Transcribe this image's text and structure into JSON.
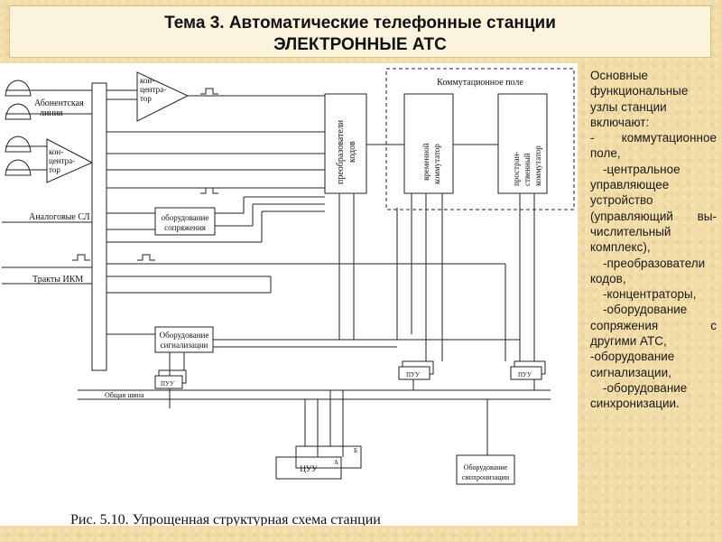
{
  "header": {
    "title_line1": "Тема 3. Автоматические телефонные станции",
    "title_line2": "ЭЛЕКТРОННЫЕ АТС"
  },
  "diagram": {
    "caption": "Рис. 5.10. Упрощенная структурная схема станции",
    "switching_field": "Коммутационное поле",
    "subscriber_line": [
      "Абонентская",
      "линия"
    ],
    "concentrator_top": [
      "кон-",
      "центра-",
      "тор"
    ],
    "concentrator_left": [
      "кон-",
      "центра-",
      "тор"
    ],
    "analog_sl": "Аналоговые СЛ",
    "pcm_tracts": "Тракты ИКМ",
    "interface_equipment": [
      "оборудование",
      "сопряжения"
    ],
    "code_converters": [
      "преобразователи",
      "кодов"
    ],
    "time_switch": [
      "временной",
      "коммутатор"
    ],
    "space_switch": [
      "простран-",
      "ственный",
      "коммутатор"
    ],
    "signaling_equipment": [
      "Оборудование",
      "сигнализации"
    ],
    "puu": "ПУУ",
    "common_bus": "Общая шина",
    "cuu": "ЦУУ",
    "label_a": "А",
    "label_b": "Б",
    "sync_equipment": [
      "Оборудование",
      "синхронизации"
    ]
  },
  "sidebar": {
    "intro": "Основные функциональные узлы станции включают:",
    "items": [
      "- коммутационное поле,",
      "-центральное управляющее устройство (управляющий вы-числительный комплекс),",
      "-преобразователи кодов,",
      "-концентраторы,",
      "-оборудование сопряжения с другими АТС,",
      "-оборудование сигнализации,",
      "-оборудование синхронизации."
    ]
  }
}
